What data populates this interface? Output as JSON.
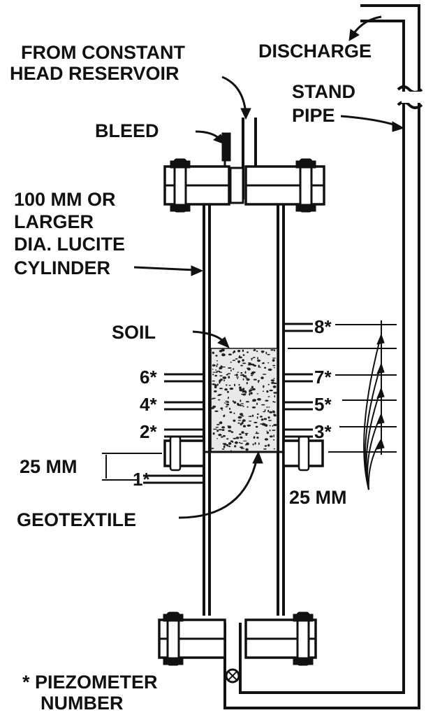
{
  "labels": {
    "from_reservoir_line1": "FROM CONSTANT",
    "from_reservoir_line2": "HEAD RESERVOIR",
    "discharge": "DISCHARGE",
    "stand_pipe_line1": "STAND",
    "stand_pipe_line2": "PIPE",
    "bleed": "BLEED",
    "cylinder_line1": "100 MM OR",
    "cylinder_line2": "LARGER",
    "cylinder_line3": "DIA. LUCITE",
    "cylinder_line4": "CYLINDER",
    "soil": "SOIL",
    "dim_left": "25 MM",
    "dim_right": "25 MM",
    "geotextile": "GEOTEXTILE",
    "legend_line1": "* PIEZOMETER",
    "legend_line2": "NUMBER"
  },
  "piezometers": {
    "p1": "1*",
    "p2": "2*",
    "p3": "3*",
    "p4": "4*",
    "p5": "5*",
    "p6": "6*",
    "p7": "7*",
    "p8": "8*"
  },
  "colors": {
    "ink": "#111111",
    "paper": "#ffffff"
  }
}
